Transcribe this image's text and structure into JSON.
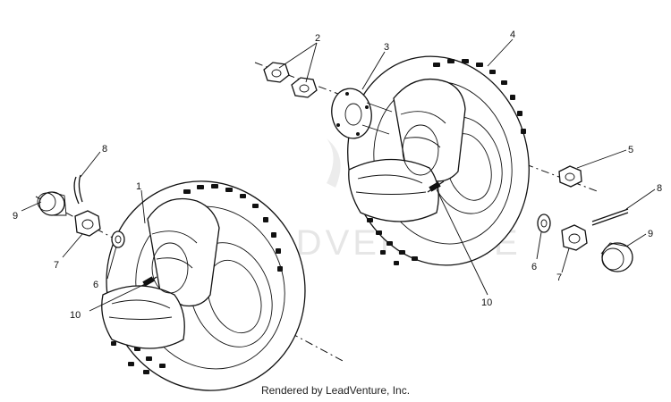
{
  "diagram": {
    "callouts": {
      "c1": "1",
      "c2": "2",
      "c3": "3",
      "c4": "4",
      "c5": "5",
      "c6_left": "6",
      "c6_right": "6",
      "c7_left": "7",
      "c7_right": "7",
      "c8_left": "8",
      "c8_right": "8",
      "c9_left": "9",
      "c9_right": "9",
      "c10_left": "10",
      "c10_right": "10"
    },
    "watermark": "ADVENTURE"
  },
  "footer": {
    "credit": "Rendered by LeadVenture, Inc."
  }
}
